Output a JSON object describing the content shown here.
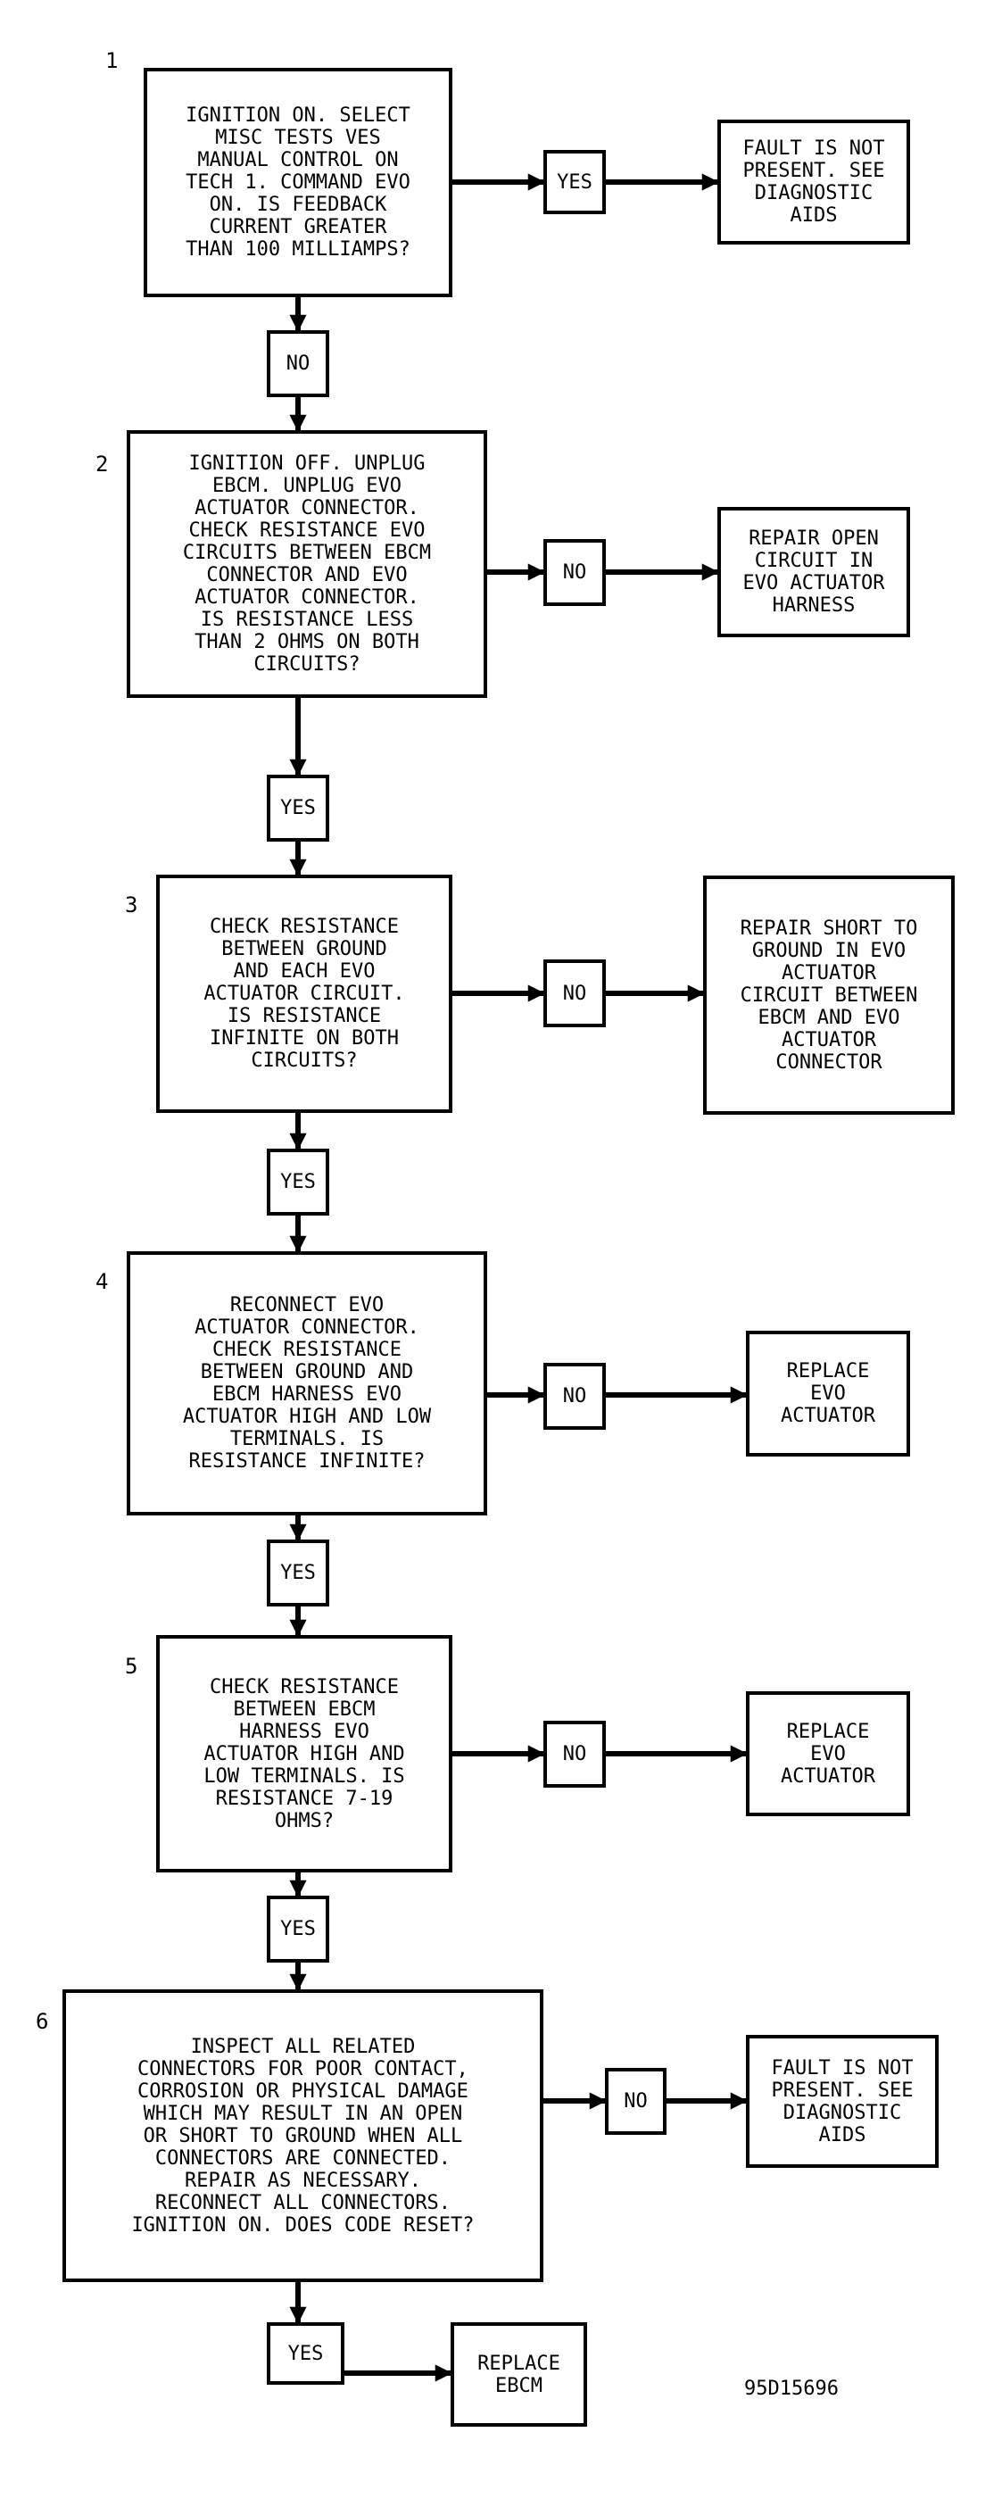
{
  "steps": [
    {
      "number": "1",
      "question": "IGNITION ON. SELECT\nMISC TESTS VES\nMANUAL CONTROL ON\nTECH 1. COMMAND EVO\nON. IS FEEDBACK\nCURRENT GREATER\nTHAN 100 MILLIAMPS?",
      "side_answer": "YES",
      "side_result": "FAULT IS NOT\nPRESENT. SEE\nDIAGNOSTIC\nAIDS",
      "down_answer": "NO"
    },
    {
      "number": "2",
      "question": "IGNITION OFF. UNPLUG\nEBCM. UNPLUG EVO\nACTUATOR CONNECTOR.\nCHECK RESISTANCE EVO\nCIRCUITS BETWEEN EBCM\nCONNECTOR AND EVO\nACTUATOR CONNECTOR.\nIS RESISTANCE LESS\nTHAN 2 OHMS ON BOTH\nCIRCUITS?",
      "side_answer": "NO",
      "side_result": "REPAIR OPEN\nCIRCUIT IN\nEVO ACTUATOR\nHARNESS",
      "down_answer": "YES"
    },
    {
      "number": "3",
      "question": "CHECK RESISTANCE\nBETWEEN GROUND\nAND EACH EVO\nACTUATOR CIRCUIT.\nIS RESISTANCE\nINFINITE ON BOTH\nCIRCUITS?",
      "side_answer": "NO",
      "side_result": "REPAIR SHORT TO\nGROUND IN EVO\nACTUATOR\nCIRCUIT BETWEEN\nEBCM AND EVO\nACTUATOR\nCONNECTOR",
      "down_answer": "YES"
    },
    {
      "number": "4",
      "question": "RECONNECT EVO\nACTUATOR CONNECTOR.\nCHECK RESISTANCE\nBETWEEN GROUND AND\nEBCM HARNESS EVO\nACTUATOR HIGH AND LOW\nTERMINALS. IS\nRESISTANCE INFINITE?",
      "side_answer": "NO",
      "side_result": "REPLACE\nEVO\nACTUATOR",
      "down_answer": "YES"
    },
    {
      "number": "5",
      "question": "CHECK RESISTANCE\nBETWEEN EBCM\nHARNESS EVO\nACTUATOR HIGH AND\nLOW TERMINALS. IS\nRESISTANCE 7-19\nOHMS?",
      "side_answer": "NO",
      "side_result": "REPLACE\nEVO\nACTUATOR",
      "down_answer": "YES"
    },
    {
      "number": "6",
      "question": "INSPECT ALL RELATED\nCONNECTORS FOR POOR CONTACT,\nCORROSION OR PHYSICAL DAMAGE\nWHICH MAY RESULT IN AN OPEN\nOR SHORT TO GROUND WHEN ALL\nCONNECTORS ARE CONNECTED.\nREPAIR AS NECESSARY.\nRECONNECT ALL CONNECTORS.\nIGNITION ON. DOES CODE RESET?",
      "side_answer": "NO",
      "side_result": "FAULT IS NOT\nPRESENT. SEE\nDIAGNOSTIC\nAIDS",
      "down_answer": "YES"
    }
  ],
  "final_result": "REPLACE\nEBCM",
  "figure_code": "95D15696"
}
